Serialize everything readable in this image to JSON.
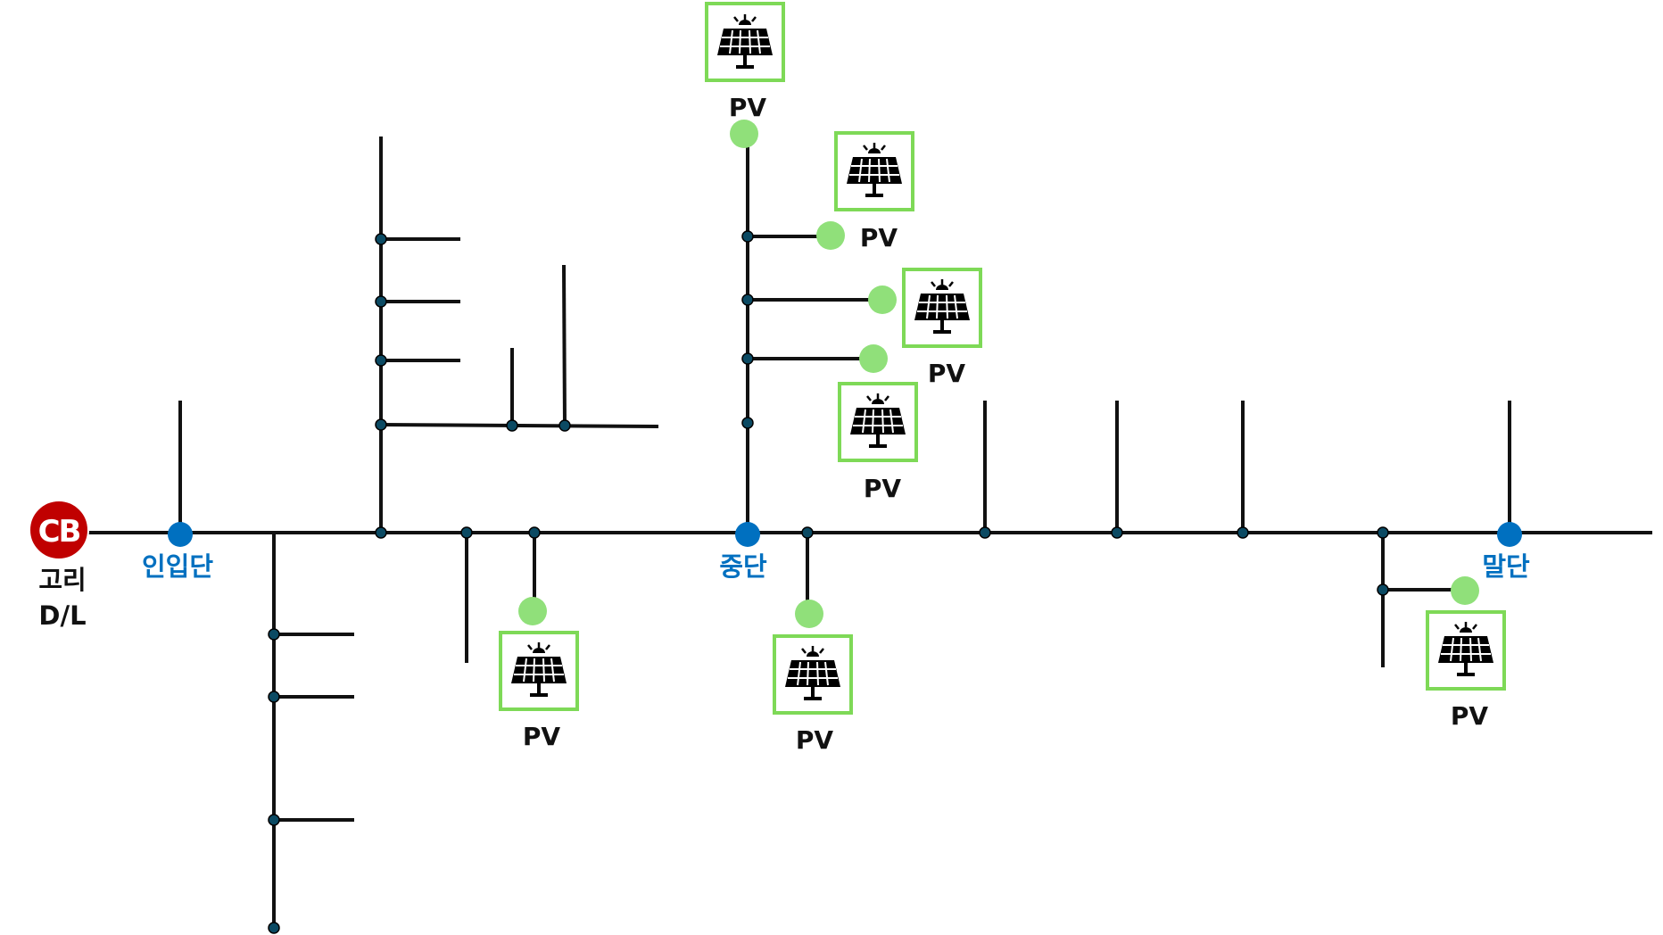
{
  "breaker": {
    "label": "CB"
  },
  "feeder": {
    "line1": "고리",
    "line2": "D/L"
  },
  "points": {
    "inlet": "인입단",
    "middle": "중단",
    "end": "말단"
  },
  "pv_label": "PV",
  "pv_units": [
    {
      "id": "pv-top-1",
      "label": "PV"
    },
    {
      "id": "pv-top-2",
      "label": "PV"
    },
    {
      "id": "pv-top-3",
      "label": "PV"
    },
    {
      "id": "pv-top-4",
      "label": "PV"
    },
    {
      "id": "pv-bottom-1",
      "label": "PV"
    },
    {
      "id": "pv-bottom-2",
      "label": "PV"
    },
    {
      "id": "pv-bottom-3",
      "label": "PV"
    }
  ],
  "colors": {
    "line": "#111111",
    "breaker": "#c00000",
    "measurement_point": "#0070c0",
    "pv_connection": "#90e07a",
    "pv_frame": "#7ed957"
  },
  "icons": {
    "breaker": "circuit-breaker-icon",
    "pv": "solar-panel-icon"
  }
}
